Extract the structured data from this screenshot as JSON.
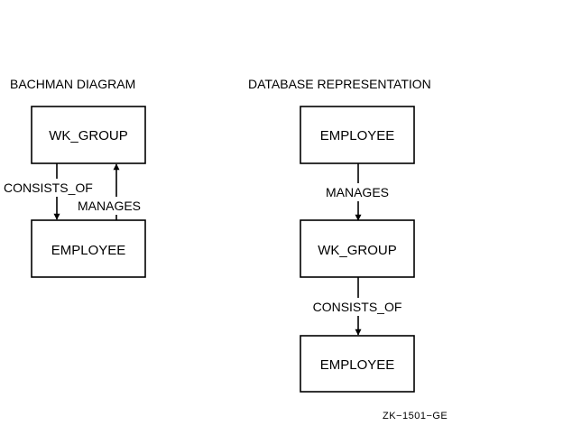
{
  "bachman": {
    "heading": "BACHMAN DIAGRAM",
    "top_box": "WK_GROUP",
    "bottom_box": "EMPLOYEE",
    "down_edge_label": "CONSISTS_OF",
    "up_edge_label": "MANAGES"
  },
  "database": {
    "heading": "DATABASE REPRESENTATION",
    "box1": "EMPLOYEE",
    "box2": "WK_GROUP",
    "box3": "EMPLOYEE",
    "edge1_label": "MANAGES",
    "edge2_label": "CONSISTS_OF"
  },
  "figure_id": "ZK−1501−GE"
}
